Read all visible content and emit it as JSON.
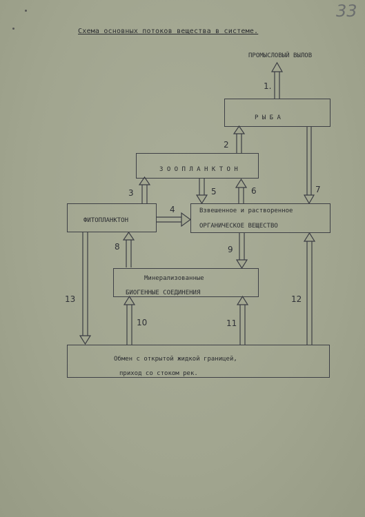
{
  "page": {
    "page_number": "33",
    "title": "Схема основных потоков вещества в системе."
  },
  "diagram": {
    "output_label": "ПРОМЫСЛОВЫЙ ВЫЛОВ",
    "nodes": {
      "fish": "Р Ы Б А",
      "zooplankton": "З О О П Л А Н К Т О Н",
      "phytoplankton": "ФИТОПЛАНКТОН",
      "organic_line1": "Взвешенное и растворенное",
      "organic_line2": "ОРГАНИЧЕСКОЕ ВЕЩЕСТВО",
      "mineral_line1": "Минерализованные",
      "mineral_line2": "БИОГЕННЫЕ СОЕДИНЕНИЯ",
      "exchange_line1": "Обмен с открытой жидкой границей,",
      "exchange_line2": "приход со стоком рек."
    },
    "flow_numbers": [
      "1.",
      "2",
      "3",
      "4",
      "5",
      "6",
      "7",
      "8",
      "9",
      "10",
      "11",
      "12",
      "13"
    ]
  }
}
